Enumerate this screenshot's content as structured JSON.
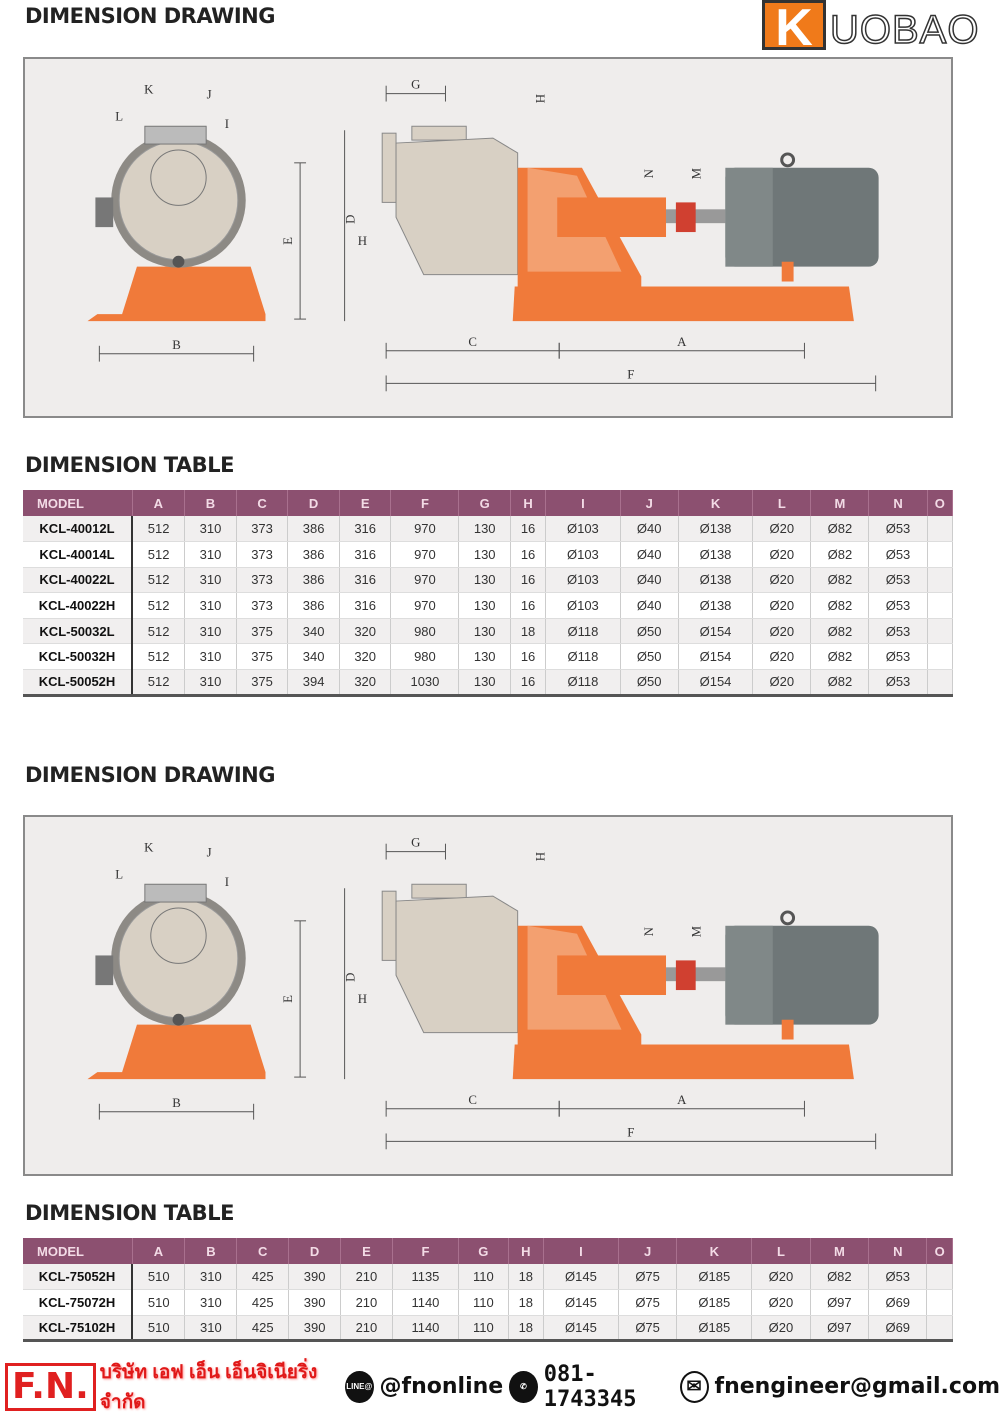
{
  "logo": {
    "k": "K",
    "rest": "UOBAO"
  },
  "sections": [
    {
      "drawing_title": "DIMENSION DRAWING",
      "table_title": "DIMENSION TABLE"
    },
    {
      "drawing_title": "DIMENSION DRAWING",
      "table_title": "DIMENSION TABLE"
    }
  ],
  "drawing_labels": {
    "A": "A",
    "B": "B",
    "C": "C",
    "D": "D",
    "E": "E",
    "F": "F",
    "G": "G",
    "H": "H",
    "I": "I",
    "J": "J",
    "K": "K",
    "L": "L",
    "M": "M",
    "N": "N"
  },
  "columns": [
    "MODEL",
    "A",
    "B",
    "C",
    "D",
    "E",
    "F",
    "G",
    "H",
    "I",
    "J",
    "K",
    "L",
    "M",
    "N",
    "O"
  ],
  "table1": [
    [
      "KCL-40012L",
      "512",
      "310",
      "373",
      "386",
      "316",
      "970",
      "130",
      "16",
      "Ø103",
      "Ø40",
      "Ø138",
      "Ø20",
      "Ø82",
      "Ø53",
      ""
    ],
    [
      "KCL-40014L",
      "512",
      "310",
      "373",
      "386",
      "316",
      "970",
      "130",
      "16",
      "Ø103",
      "Ø40",
      "Ø138",
      "Ø20",
      "Ø82",
      "Ø53",
      ""
    ],
    [
      "KCL-40022L",
      "512",
      "310",
      "373",
      "386",
      "316",
      "970",
      "130",
      "16",
      "Ø103",
      "Ø40",
      "Ø138",
      "Ø20",
      "Ø82",
      "Ø53",
      ""
    ],
    [
      "KCL-40022H",
      "512",
      "310",
      "373",
      "386",
      "316",
      "970",
      "130",
      "16",
      "Ø103",
      "Ø40",
      "Ø138",
      "Ø20",
      "Ø82",
      "Ø53",
      ""
    ],
    [
      "KCL-50032L",
      "512",
      "310",
      "375",
      "340",
      "320",
      "980",
      "130",
      "18",
      "Ø118",
      "Ø50",
      "Ø154",
      "Ø20",
      "Ø82",
      "Ø53",
      ""
    ],
    [
      "KCL-50032H",
      "512",
      "310",
      "375",
      "340",
      "320",
      "980",
      "130",
      "16",
      "Ø118",
      "Ø50",
      "Ø154",
      "Ø20",
      "Ø82",
      "Ø53",
      ""
    ],
    [
      "KCL-50052H",
      "512",
      "310",
      "375",
      "394",
      "320",
      "1030",
      "130",
      "16",
      "Ø118",
      "Ø50",
      "Ø154",
      "Ø20",
      "Ø82",
      "Ø53",
      ""
    ]
  ],
  "table2": [
    [
      "KCL-75052H",
      "510",
      "310",
      "425",
      "390",
      "210",
      "1135",
      "110",
      "18",
      "Ø145",
      "Ø75",
      "Ø185",
      "Ø20",
      "Ø82",
      "Ø53",
      ""
    ],
    [
      "KCL-75072H",
      "510",
      "310",
      "425",
      "390",
      "210",
      "1140",
      "110",
      "18",
      "Ø145",
      "Ø75",
      "Ø185",
      "Ø20",
      "Ø97",
      "Ø69",
      ""
    ],
    [
      "KCL-75102H",
      "510",
      "310",
      "425",
      "390",
      "210",
      "1140",
      "110",
      "18",
      "Ø145",
      "Ø75",
      "Ø185",
      "Ø20",
      "Ø97",
      "Ø69",
      ""
    ]
  ],
  "footer": {
    "logo": "F.N.",
    "company": "บริษัท เอฟ เอ็น เอ็นจิเนียริ่ง จำกัด",
    "line_badge": "LINE@",
    "line": "@fnonline",
    "phone": "081-1743345",
    "email": "fnengineer@gmail.com"
  },
  "colors": {
    "orange": "#f07a3a",
    "grey": "#6f7778",
    "header": "#8c5070",
    "pump": "#d8d0c4"
  }
}
